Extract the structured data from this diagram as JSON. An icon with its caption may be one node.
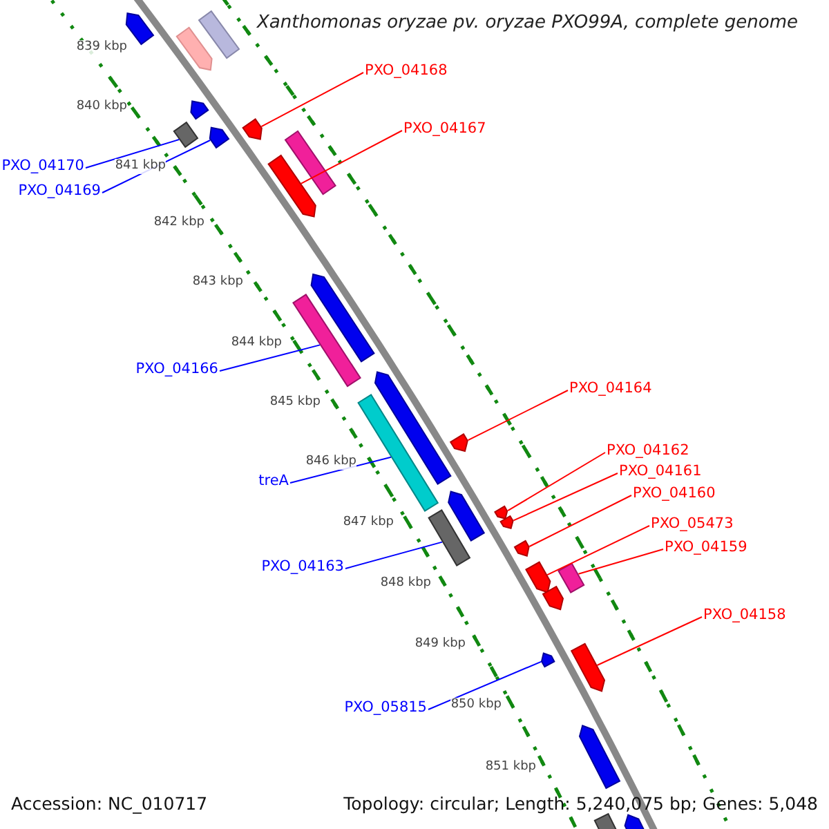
{
  "diagram": {
    "title": "Xanthomonas oryzae pv. oryzae PXO99A, complete genome",
    "nodes": [
      {
        "text": [
          "PXO_04168"
        ]
      },
      {
        "text": [
          "PXO_04167"
        ]
      },
      {
        "text": [
          "PXO_04170"
        ]
      },
      {
        "text": [
          "PXO_04169"
        ]
      },
      {
        "text": [
          "PXO_04166"
        ]
      },
      {
        "text": [
          "PXO_04164"
        ]
      },
      {
        "text": [
          "PXO_04162"
        ]
      },
      {
        "text": [
          "PXO_04161"
        ]
      },
      {
        "text": [
          "treA"
        ]
      },
      {
        "text": [
          "PXO_04160"
        ]
      },
      {
        "text": [
          "PXO_05473"
        ]
      },
      {
        "text": [
          "PXO_04159"
        ]
      },
      {
        "text": [
          "PXO_04163"
        ]
      },
      {
        "text": [
          "PXO_04158"
        ]
      },
      {
        "text": [
          "PXO_05815"
        ]
      },
      {
        "text": [],
        "shape": "arrow"
      },
      {
        "text": [],
        "shape": "box"
      },
      {
        "text": [],
        "shape": "arrow"
      },
      {
        "text": [],
        "shape": "arrow"
      },
      {
        "text": [],
        "shape": "box"
      },
      {
        "text": [],
        "shape": "arrow"
      },
      {
        "text": [],
        "shape": "arrow"
      },
      {
        "text": [],
        "shape": "box"
      },
      {
        "text": [],
        "shape": "arrow"
      },
      {
        "text": [],
        "shape": "arrow"
      },
      {
        "text": [],
        "shape": "box"
      },
      {
        "text": [],
        "shape": "arrow"
      },
      {
        "text": [],
        "shape": "box"
      },
      {
        "text": [],
        "shape": "arrow"
      },
      {
        "text": [],
        "shape": "arrow"
      },
      {
        "text": [],
        "shape": "box"
      },
      {
        "text": [],
        "shape": "arrow"
      },
      {
        "text": [],
        "shape": "arrow"
      },
      {
        "text": [],
        "shape": "arrow"
      },
      {
        "text": [],
        "shape": "arrow"
      },
      {
        "text": [],
        "shape": "box"
      },
      {
        "text": [],
        "shape": "arrow"
      },
      {
        "text": [],
        "shape": "arrow"
      },
      {
        "text": [],
        "shape": "arrow"
      },
      {
        "text": [],
        "shape": "arrow"
      },
      {
        "text": [],
        "shape": "arrow"
      },
      {
        "text": [],
        "shape": "box"
      }
    ],
    "edges": [
      {
        "from": 0,
        "to": 21,
        "arrow": "none"
      },
      {
        "from": 1,
        "to": 23,
        "arrow": "none"
      },
      {
        "from": 2,
        "to": 19,
        "arrow": "none",
        "color": "#0000ff"
      },
      {
        "from": 3,
        "to": 20,
        "arrow": "none",
        "color": "#0000ff"
      },
      {
        "from": 4,
        "to": 25,
        "arrow": "none",
        "color": "#0000ff"
      },
      {
        "from": 5,
        "to": 28,
        "arrow": "none"
      },
      {
        "from": 6,
        "to": 31,
        "arrow": "none"
      },
      {
        "from": 7,
        "to": 32,
        "arrow": "none"
      },
      {
        "from": 8,
        "to": 27,
        "arrow": "none",
        "color": "#0000ff"
      },
      {
        "from": 9,
        "to": 33,
        "arrow": "none"
      },
      {
        "from": 10,
        "to": 34,
        "arrow": "none"
      },
      {
        "from": 11,
        "to": 35,
        "arrow": "none"
      },
      {
        "from": 12,
        "to": 30,
        "arrow": "none",
        "color": "#0000ff"
      },
      {
        "from": 13,
        "to": 38,
        "arrow": "none"
      },
      {
        "from": 14,
        "to": 37,
        "arrow": "none",
        "color": "#0000ff"
      }
    ],
    "labels": [
      "839 kbp",
      "840 kbp",
      "841 kbp",
      "842 kbp",
      "843 kbp",
      "844 kbp",
      "845 kbp",
      "846 kbp",
      "847 kbp",
      "848 kbp",
      "849 kbp",
      "850 kbp",
      "851 kbp",
      "Accession: NC_010717",
      "Topology: circular; Length: 5,240,075 bp; Genes: 5,048"
    ]
  }
}
